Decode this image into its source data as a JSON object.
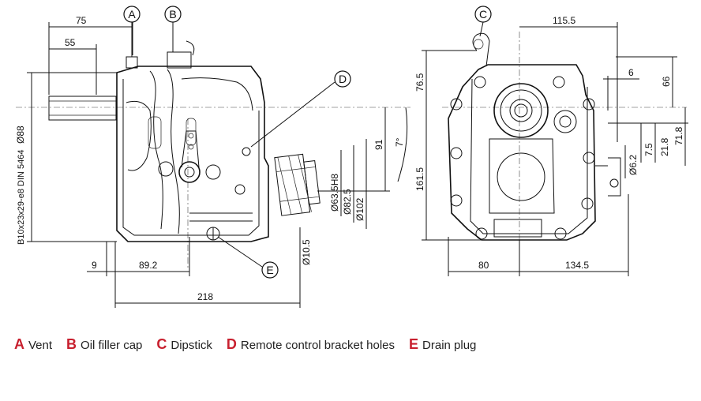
{
  "callouts": [
    {
      "letter": "A",
      "label": "Vent"
    },
    {
      "letter": "B",
      "label": "Oil filler cap"
    },
    {
      "letter": "C",
      "label": "Dipstick"
    },
    {
      "letter": "D",
      "label": "Remote control bracket holes"
    },
    {
      "letter": "E",
      "label": "Drain plug"
    }
  ],
  "dimensions": {
    "side": {
      "d75": "75",
      "d55": "55",
      "d88": "Ø88",
      "spline": "B10x23x29-e8 DIN 5464",
      "d91": "91",
      "d7deg": "7°",
      "d635": "Ø63.5H8",
      "d825": "Ø82.5",
      "d102": "Ø102",
      "d105": "Ø10.5",
      "d9": "9",
      "d892": "89.2",
      "d218": "218"
    },
    "front": {
      "d1155": "115.5",
      "d765": "76.5",
      "d6": "6",
      "d66": "66",
      "d1615": "161.5",
      "d62": "Ø6.2",
      "d75b": "7.5",
      "d218b": "21.8",
      "d718": "71.8",
      "d80": "80",
      "d1345": "134.5"
    }
  },
  "colors": {
    "accent": "#c8202f",
    "line": "#111111"
  }
}
